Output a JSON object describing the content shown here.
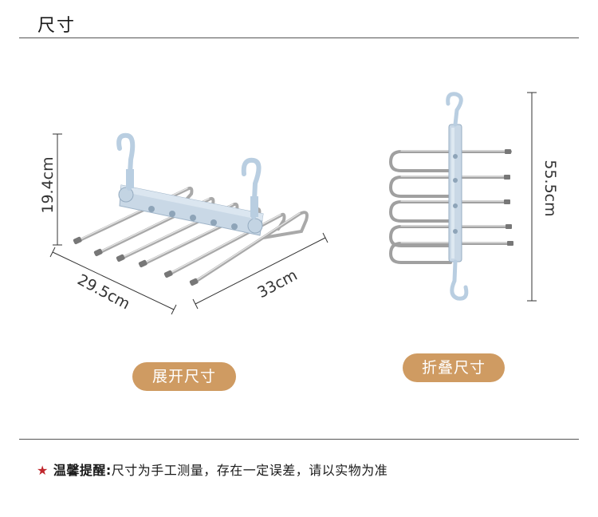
{
  "header": {
    "title": "尺寸"
  },
  "expanded": {
    "badge": "展开尺寸",
    "height_label": "19.4cm",
    "depth_label": "29.5cm",
    "width_label": "33cm"
  },
  "folded": {
    "badge": "折叠尺寸",
    "height_label": "55.5cm"
  },
  "footer": {
    "star": "★",
    "label": "温馨提醒:",
    "text": "尺寸为手工测量，存在一定误差，请以实物为准"
  },
  "colors": {
    "accent_pill": "#cf9b62",
    "hanger_blue": "#b8cde0",
    "star_red": "#c0272d"
  }
}
